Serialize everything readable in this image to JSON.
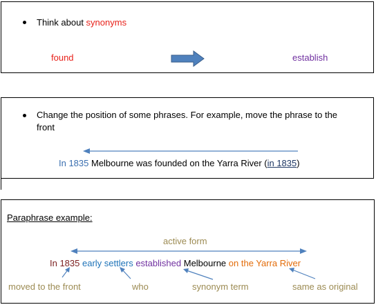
{
  "box1": {
    "bullet_prefix": "Think about ",
    "bullet_highlight": "synonyms",
    "word_from": "found",
    "word_to": "establish"
  },
  "box2": {
    "bullet_line1": "Change the position of some phrases. For example, move the phrase to the",
    "bullet_line2": "front",
    "sentence_year": "In 1835",
    "sentence_middle": " Melbourne was founded on the Yarra River (",
    "sentence_paren_year": "in 1835",
    "sentence_close": ")"
  },
  "box3": {
    "heading": "Paraphrase example:",
    "top_label": "active form",
    "segments": {
      "year": "In 1835",
      "subject": "early settlers",
      "verb": "established",
      "object": "Melbourne",
      "place": "on the Yarra River"
    },
    "annotations": {
      "front": "moved to the front",
      "who": "who",
      "synonym": "synonym term",
      "same": "same as original"
    }
  },
  "colors": {
    "red": "#e8211a",
    "purple": "#7030a0",
    "blue": "#3a6fb0",
    "dark_blue": "#1f3864",
    "maroon": "#7b1e1e",
    "teal_blue": "#1e73b8",
    "orange": "#e36c09",
    "olive": "#9c8b53",
    "arrow_blue": "#4f81bd"
  }
}
